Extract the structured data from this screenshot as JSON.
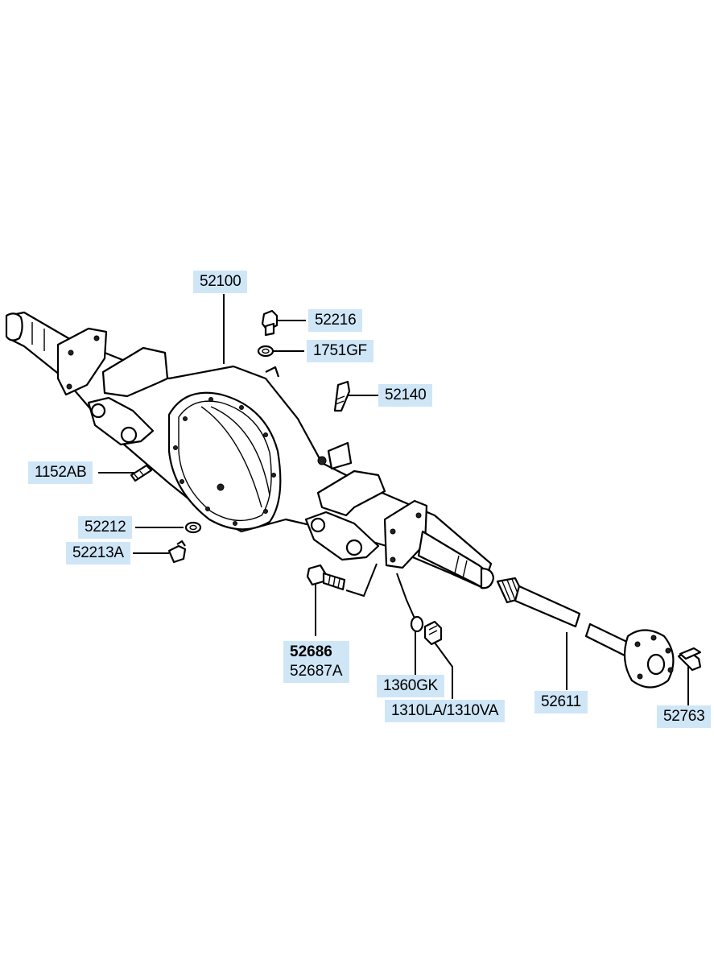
{
  "diagram": {
    "labels": {
      "p52100": "52100",
      "p52216": "52216",
      "p1751GF": "1751GF",
      "p52140": "52140",
      "p1152AB": "1152AB",
      "p52212": "52212",
      "p52213A": "52213A",
      "p52686": "52686",
      "p52687A": "52687A",
      "p1360GK": "1360GK",
      "p1310": "1310LA/1310VA",
      "p52611": "52611",
      "p52763": "52763"
    }
  }
}
